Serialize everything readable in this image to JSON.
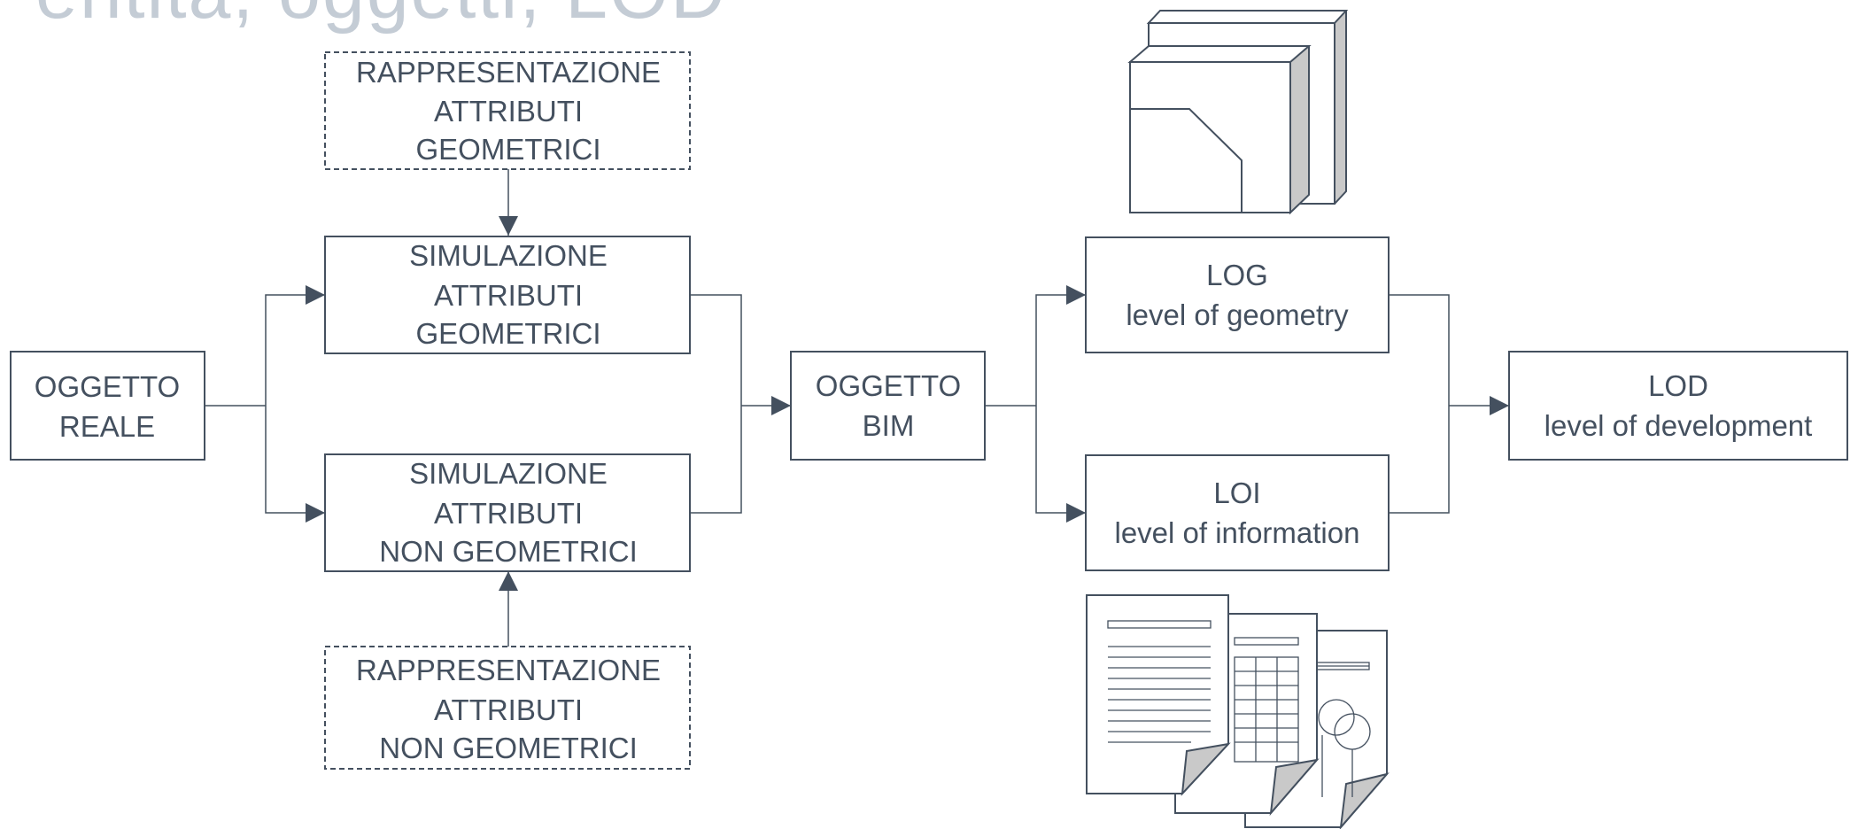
{
  "title": "entità, oggetti, LOD",
  "nodes": {
    "rep_geo": [
      "RAPPRESENTAZIONE",
      "ATTRIBUTI",
      "GEOMETRICI"
    ],
    "sim_geo": [
      "SIMULAZIONE",
      "ATTRIBUTI",
      "GEOMETRICI"
    ],
    "oggetto_reale": [
      "OGGETTO",
      "REALE"
    ],
    "sim_nongeo": [
      "SIMULAZIONE",
      "ATTRIBUTI",
      "NON GEOMETRICI"
    ],
    "rep_nongeo": [
      "RAPPRESENTAZIONE",
      "ATTRIBUTI",
      "NON GEOMETRICI"
    ],
    "oggetto_bim": [
      "OGGETTO",
      "BIM"
    ],
    "log": [
      "LOG",
      "level of geometry"
    ],
    "loi": [
      "LOI",
      "level of information"
    ],
    "lod": [
      "LOD",
      "level of development"
    ]
  },
  "illustrations": {
    "geometry": "3d-blocks-icon",
    "information": "documents-icon"
  },
  "colors": {
    "stroke": "#44505f",
    "text": "#44505f",
    "title": "#c4ccd5",
    "shade": "#c9c9c9"
  }
}
